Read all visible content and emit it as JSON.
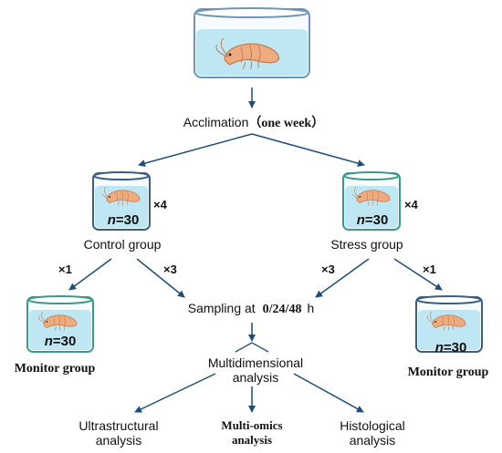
{
  "colors": {
    "arrow": "#1f4e79",
    "tank_blue_rim": "#5b8bb5",
    "tank_teal_rim": "#3a9a86",
    "water": "#bfe6f3",
    "shrimp": "#e8a070"
  },
  "nodes": {
    "acclimation": {
      "text": "Acclimation",
      "suffix": "（one week）"
    },
    "control_group": {
      "text": "Control group",
      "count": "30",
      "multiplier": "×4"
    },
    "stress_group": {
      "text": "Stress group",
      "count": "30",
      "multiplier": "×4"
    },
    "sampling": {
      "text": "Sampling at",
      "times": "0/24/48",
      "unit": "h"
    },
    "monitor_left": {
      "text": "Monitor group",
      "count": "30"
    },
    "monitor_right": {
      "text": "Monitor group",
      "count": "30"
    },
    "multidimensional": {
      "line1": "Multidimensional",
      "line2": "analysis"
    },
    "ultrastructural": {
      "line1": "Ultrastructural",
      "line2": "analysis"
    },
    "multiomics": {
      "line1": "Multi-omics",
      "line2": "analysis"
    },
    "histological": {
      "line1": "Histological",
      "line2": "analysis"
    }
  },
  "edges": {
    "control_to_monitor": "×1",
    "control_to_sampling": "×3",
    "stress_to_sampling": "×3",
    "stress_to_monitor": "×1"
  },
  "n_label": "n",
  "n_eq": "="
}
